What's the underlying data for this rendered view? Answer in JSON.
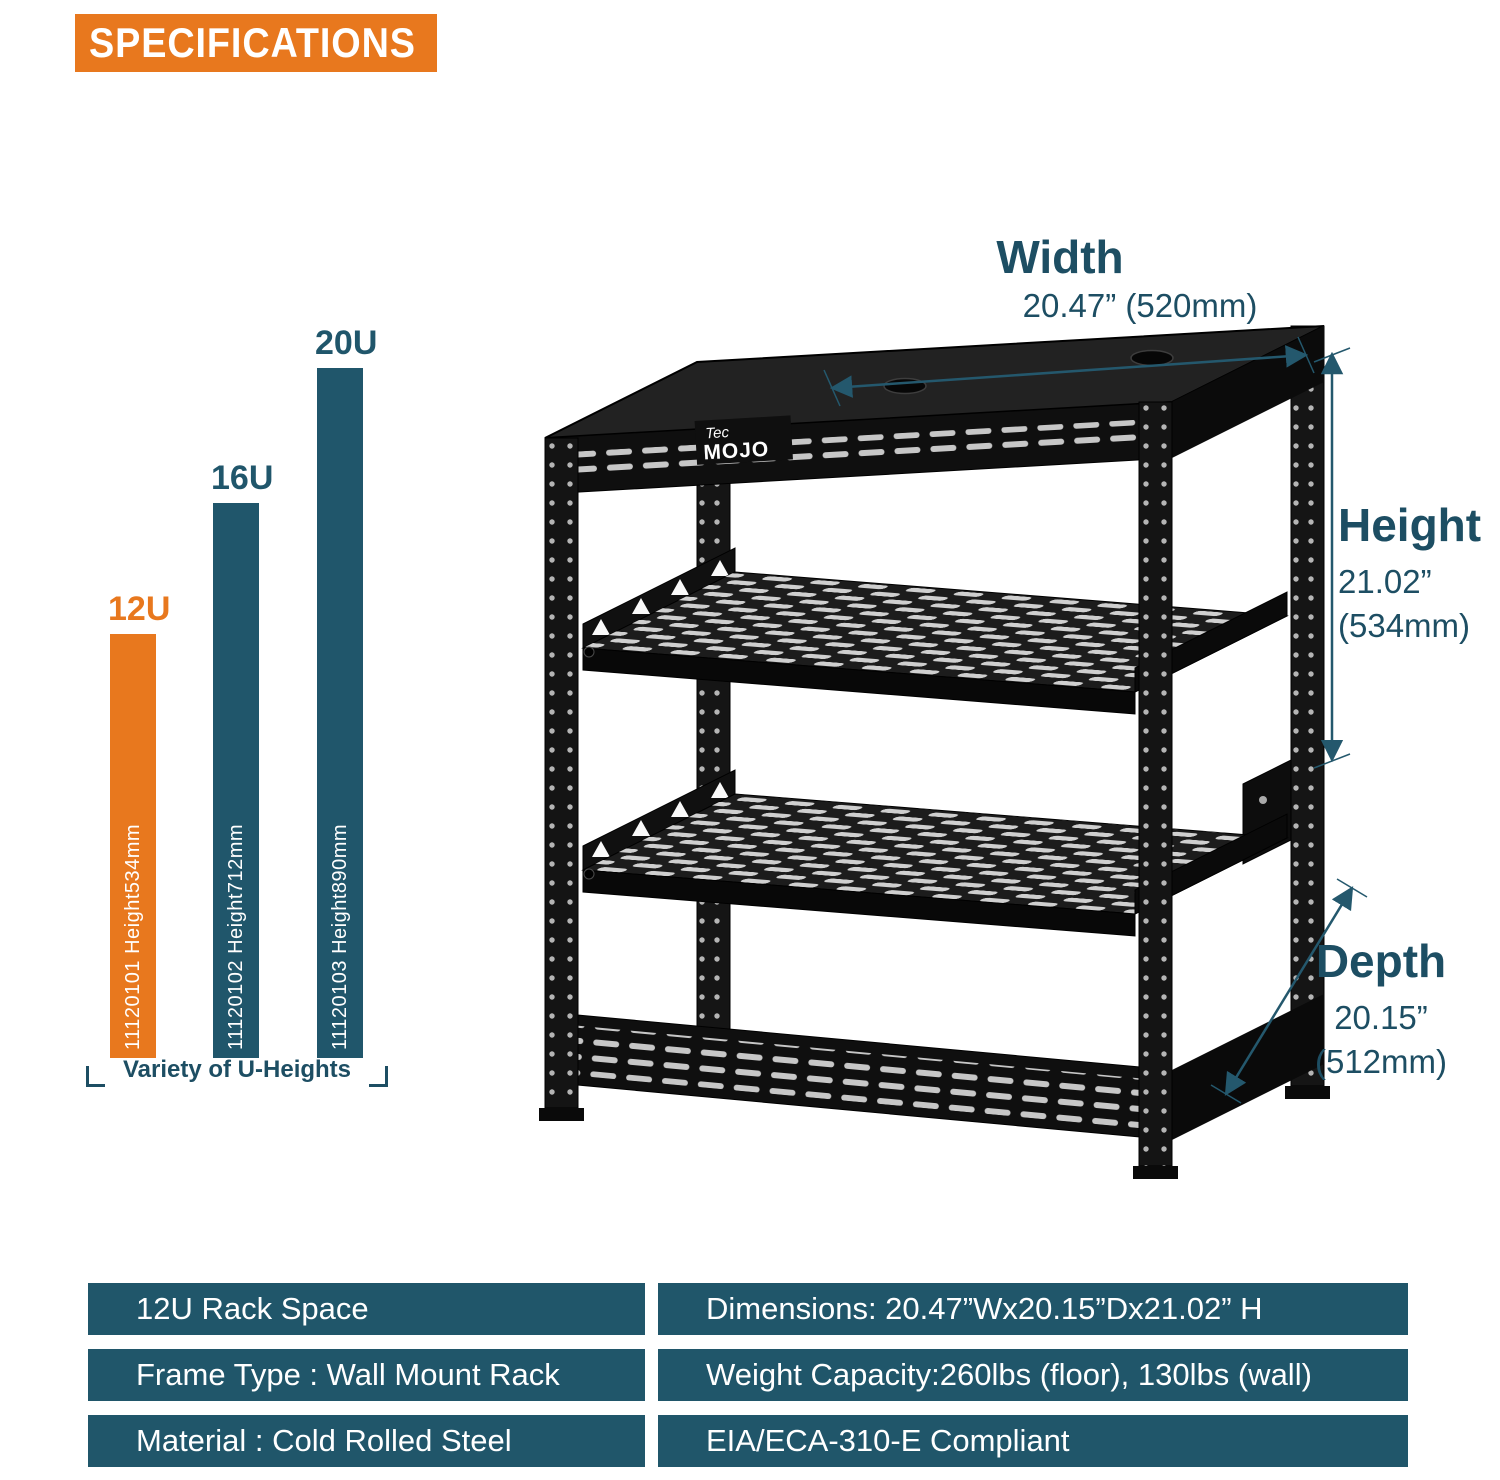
{
  "colors": {
    "accent_orange": "#E8781E",
    "teal_dark": "#20566A",
    "ink_blue": "#1D4E63",
    "rack_black": "#141414"
  },
  "banner": {
    "title": "SPECIFICATIONS"
  },
  "dims": {
    "width_label": "Width",
    "width_value": "20.47” (520mm)",
    "height_label": "Height",
    "height_value": "21.02”",
    "height_value_mm": "(534mm)",
    "depth_label": "Depth",
    "depth_value": "20.15”",
    "depth_value_mm": "(512mm)"
  },
  "uheights": {
    "caption": "Variety of U-Heights",
    "bars": [
      {
        "label": "12U",
        "annotation": "11120101  Height534mm",
        "height_mm": 534,
        "color": "#E8781E"
      },
      {
        "label": "16U",
        "annotation": "11120102  Height712mm",
        "height_mm": 712,
        "color": "#20566B"
      },
      {
        "label": "20U",
        "annotation": "11120103  Height890mm",
        "height_mm": 890,
        "color": "#20566B"
      }
    ]
  },
  "rack": {
    "brand_script": "Tec",
    "brand": "MOJO"
  },
  "spec_table": {
    "left_rows": [
      "12U Rack Space",
      "Frame Type : Wall Mount Rack",
      "Material : Cold Rolled Steel"
    ],
    "right_rows": [
      "Dimensions: 20.47”Wx20.15”Dx21.02” H",
      "Weight Capacity:260lbs (floor), 130lbs (wall)",
      "EIA/ECA-310-E Compliant"
    ]
  }
}
